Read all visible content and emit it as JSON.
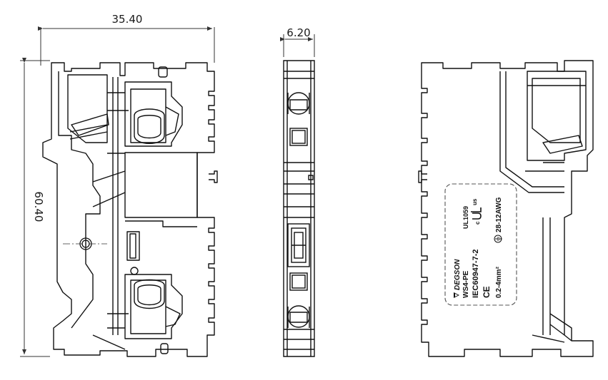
{
  "dimensions": {
    "width": "35.40",
    "thickness": "6.20",
    "height": "60.40"
  },
  "label": {
    "brand": "DEGSON",
    "model": "WS4-PE",
    "standard": "IEC60947-7-2",
    "ul": "UL1059",
    "ul_mark_c": "c",
    "ul_mark_us": "us",
    "awg": "28-12AWG",
    "cross_section": "0.2-4mm²",
    "ce": "CE"
  },
  "colors": {
    "stroke": "#111111",
    "dim": "#333333"
  }
}
